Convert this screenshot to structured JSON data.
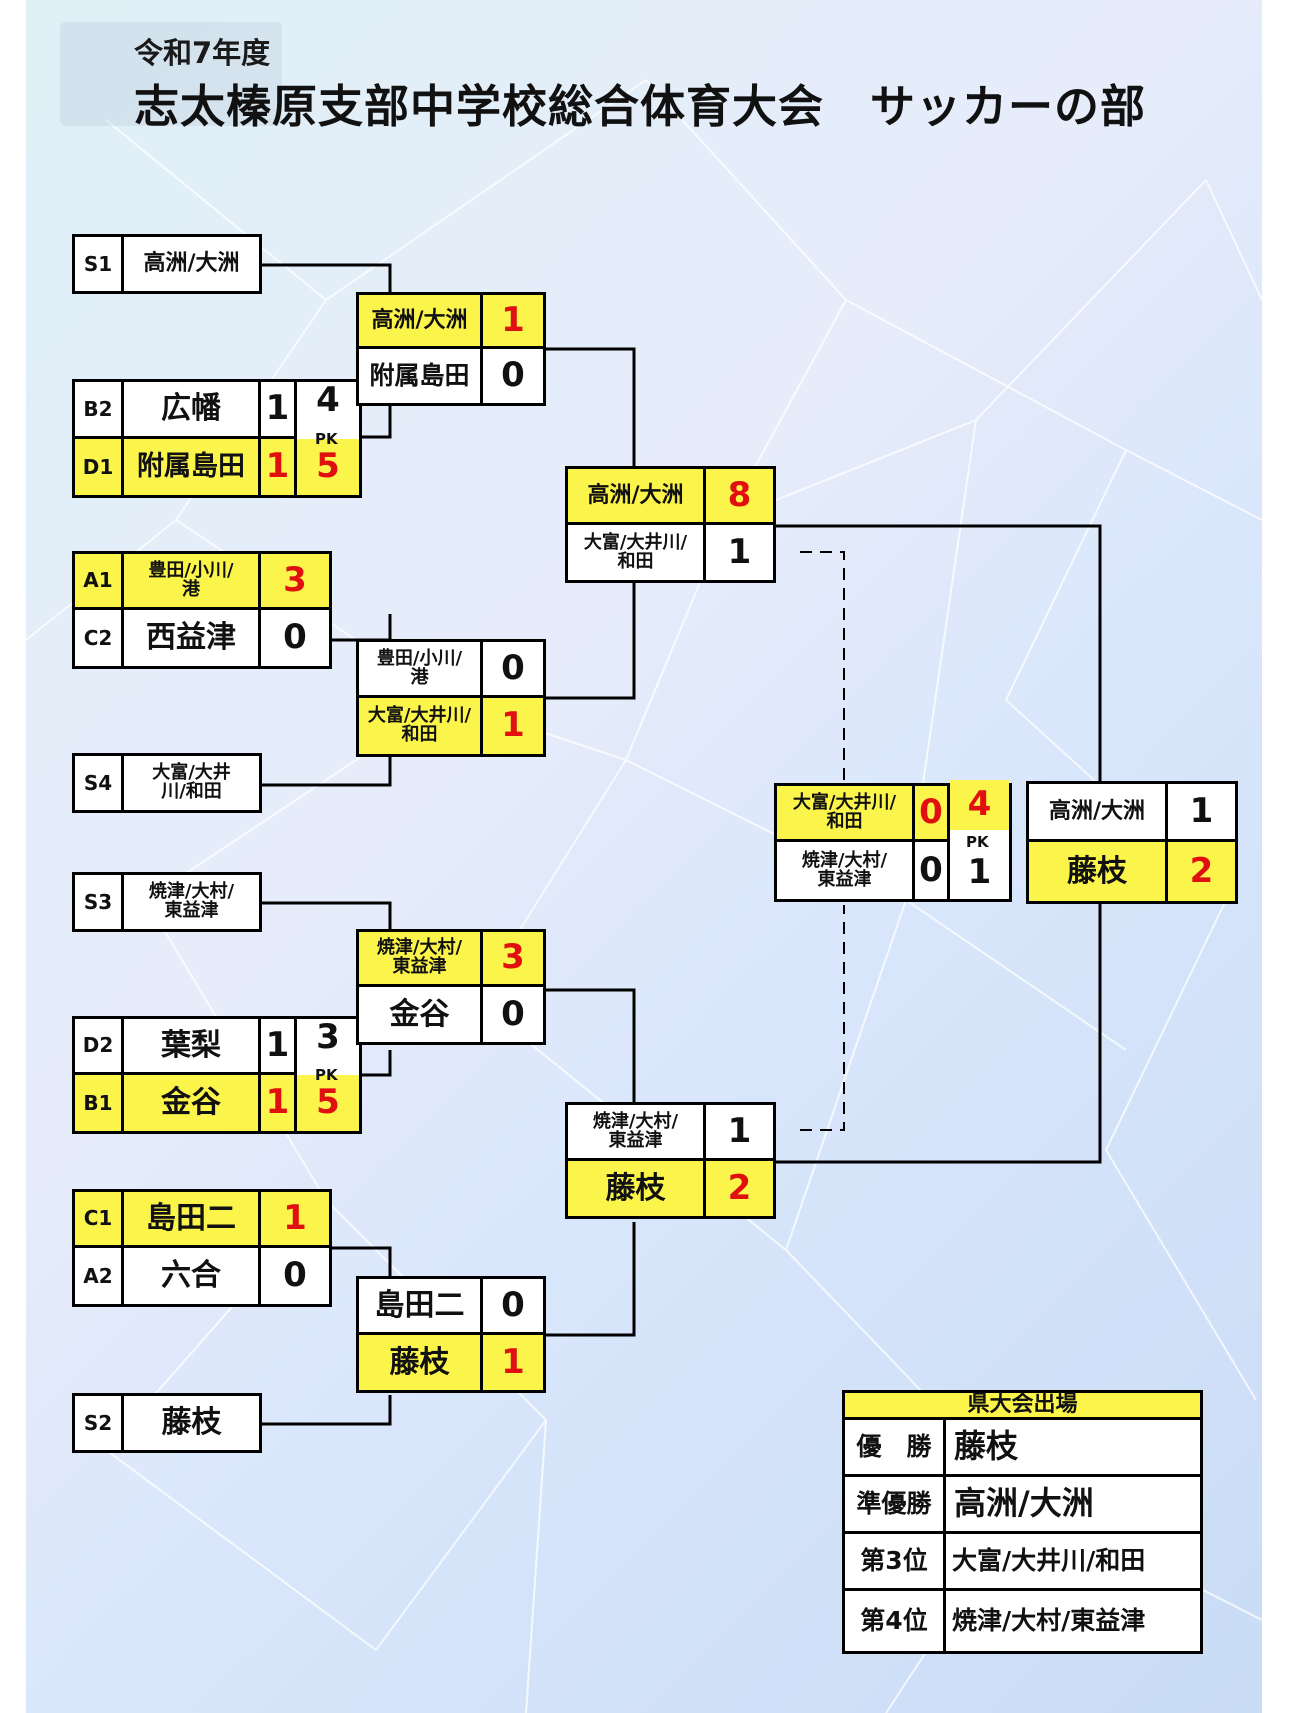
{
  "header": {
    "year": "令和7年度",
    "title": "志太榛原支部中学校総合体育大会　サッカーの部"
  },
  "round1": [
    {
      "seed": "S1",
      "name": "高洲/大洲"
    },
    {
      "seed": "B2",
      "name": "広幡",
      "score": "1",
      "pk": "4"
    },
    {
      "seed": "D1",
      "name": "附属島田",
      "score": "1",
      "pk": "5"
    },
    {
      "seed": "A1",
      "name": "豊田/小川/港",
      "score": "3"
    },
    {
      "seed": "C2",
      "name": "西益津",
      "score": "0"
    },
    {
      "seed": "S4",
      "name": "大富/大井川/和田"
    },
    {
      "seed": "S3",
      "name": "焼津/大村/東益津"
    },
    {
      "seed": "D2",
      "name": "葉梨",
      "score": "1",
      "pk": "3"
    },
    {
      "seed": "B1",
      "name": "金谷",
      "score": "1",
      "pk": "5"
    },
    {
      "seed": "C1",
      "name": "島田二",
      "score": "1"
    },
    {
      "seed": "A2",
      "name": "六合",
      "score": "0"
    },
    {
      "seed": "S2",
      "name": "藤枝"
    }
  ],
  "pk_label": "PK",
  "round2": [
    {
      "a": "高洲/大洲",
      "as": "1",
      "b": "附属島田",
      "bs": "0"
    },
    {
      "a": "豊田/小川/港",
      "as": "0",
      "b": "大富/大井川/和田",
      "bs": "1"
    },
    {
      "a": "焼津/大村/東益津",
      "as": "3",
      "b": "金谷",
      "bs": "0"
    },
    {
      "a": "島田二",
      "as": "0",
      "b": "藤枝",
      "bs": "1"
    }
  ],
  "semis": [
    {
      "a": "高洲/大洲",
      "as": "8",
      "b": "大富/大井川/和田",
      "bs": "1"
    },
    {
      "a": "焼津/大村/東益津",
      "as": "1",
      "b": "藤枝",
      "bs": "2"
    }
  ],
  "third_place": {
    "a": "大富/大井川/和田",
    "as": "0",
    "apk": "4",
    "b": "焼津/大村/東益津",
    "bs": "0",
    "bpk": "1"
  },
  "final": {
    "a": "高洲/大洲",
    "as": "1",
    "b": "藤枝",
    "bs": "2"
  },
  "results": {
    "header": "県大会出場",
    "rows": [
      {
        "place": "優　勝",
        "team": "藤枝"
      },
      {
        "place": "準優勝",
        "team": "高洲/大洲"
      },
      {
        "place": "第3位",
        "team": "大富/大井川/和田"
      },
      {
        "place": "第4位",
        "team": "焼津/大村/東益津"
      }
    ]
  },
  "colors": {
    "highlight": "#fbf44a",
    "winner_score": "#e01010",
    "line": "#000000"
  }
}
